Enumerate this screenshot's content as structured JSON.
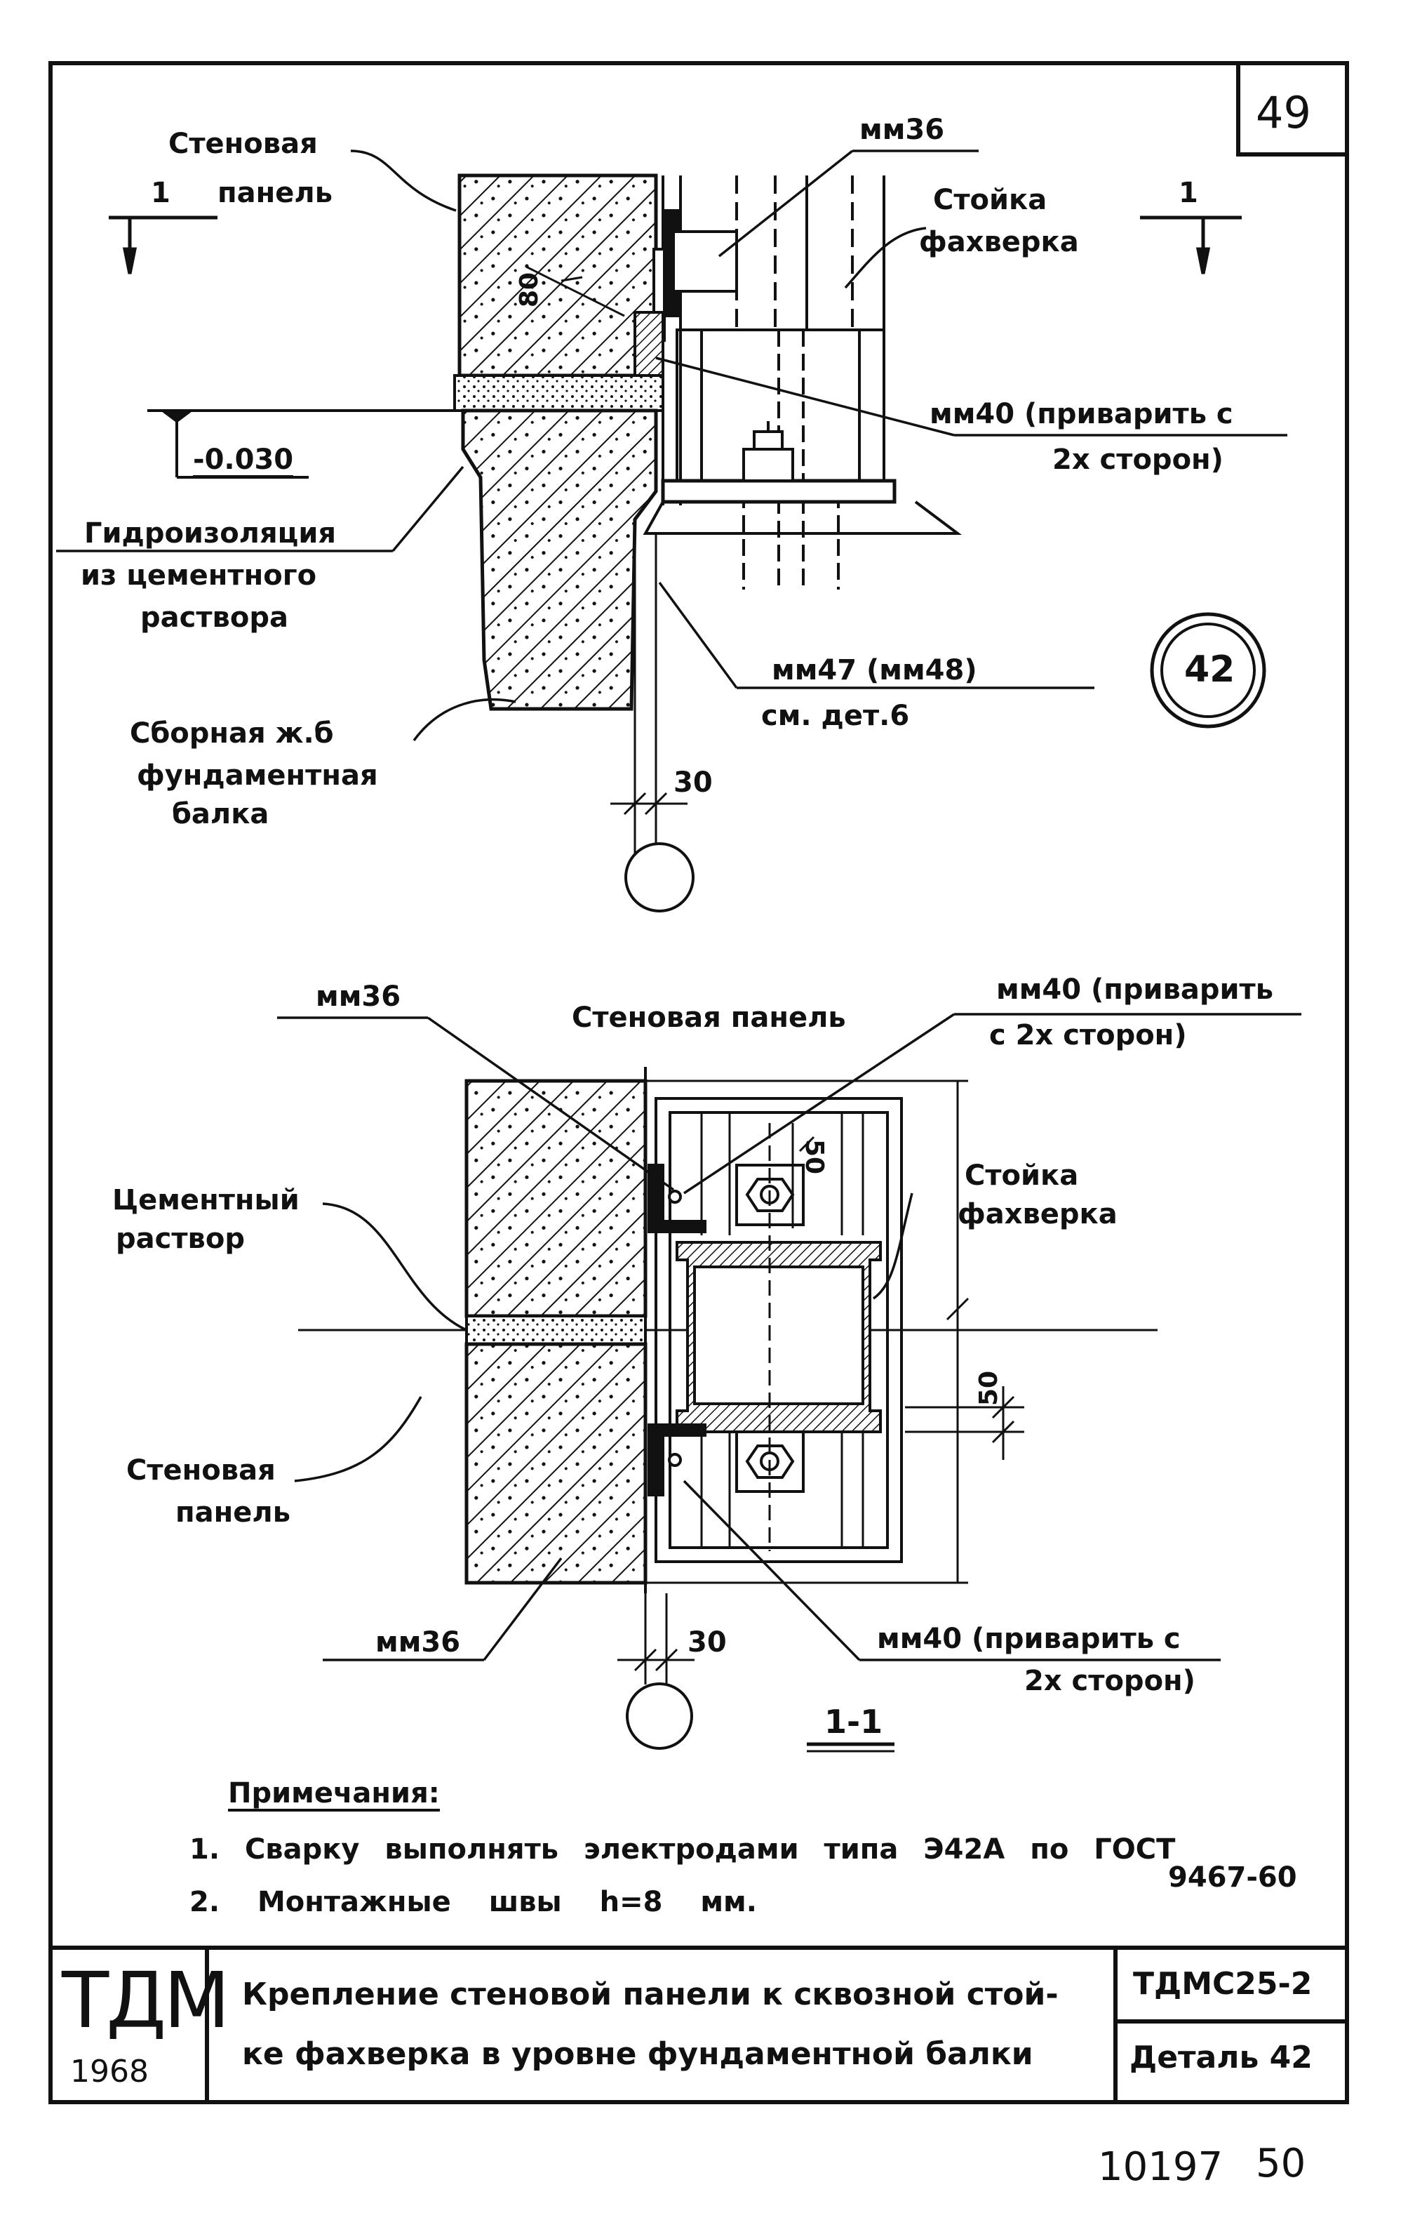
{
  "sheet": {
    "page_number": "49",
    "detail_circle": "42",
    "series_stamp": "10197",
    "sheet_number": "50"
  },
  "top_view": {
    "section_mark_left": "1",
    "section_mark_right": "1",
    "label_wall_panel": [
      "Стеновая",
      "панель"
    ],
    "label_mm36": "мм36",
    "label_post": [
      "Стойка",
      "фахверка"
    ],
    "label_mm40": [
      "мм40 (приварить с",
      "2х сторон)"
    ],
    "level_mark": "-0.030",
    "label_waterproofing": [
      "Гидроизоляция",
      "из цементного",
      "раствора"
    ],
    "label_mm47": [
      "мм47 (мм48)",
      "см. дет.6"
    ],
    "label_beam": [
      "Сборная ж.б",
      "фундаментная",
      "балка"
    ],
    "dim_30": "30",
    "dim_80": "80"
  },
  "section_view": {
    "label_mm36_top": "мм36",
    "label_wall_panel_top": "Стеновая панель",
    "label_mm40_top": [
      "мм40 (приварить",
      "с 2х сторон)"
    ],
    "label_post": [
      "Стойка",
      "фахверка"
    ],
    "label_cement": [
      "Цементный",
      "раствор"
    ],
    "label_wall_panel_bottom": [
      "Стеновая",
      "панель"
    ],
    "label_mm36_bottom": "мм36",
    "label_mm40_bottom": [
      "мм40 (приварить с",
      "2х сторон)"
    ],
    "dim_30": "30",
    "dim_50a": "50",
    "dim_50b": "50",
    "section_title": "1-1"
  },
  "notes": {
    "heading": "Примечания:",
    "items": [
      "1. Сварку выполнять электродами типа Э42А по ГОСТ",
      "2. Монтажные швы h=8 мм."
    ],
    "gost_number": "9467-60"
  },
  "title_block": {
    "org": "ТДМ",
    "year": "1968",
    "title_lines": [
      "Крепление стеновой панели к сквозной стой-",
      "ке фахверка в уровне фундаментной балки"
    ],
    "code": "ТДМС25-2",
    "detail": "Деталь 42"
  }
}
